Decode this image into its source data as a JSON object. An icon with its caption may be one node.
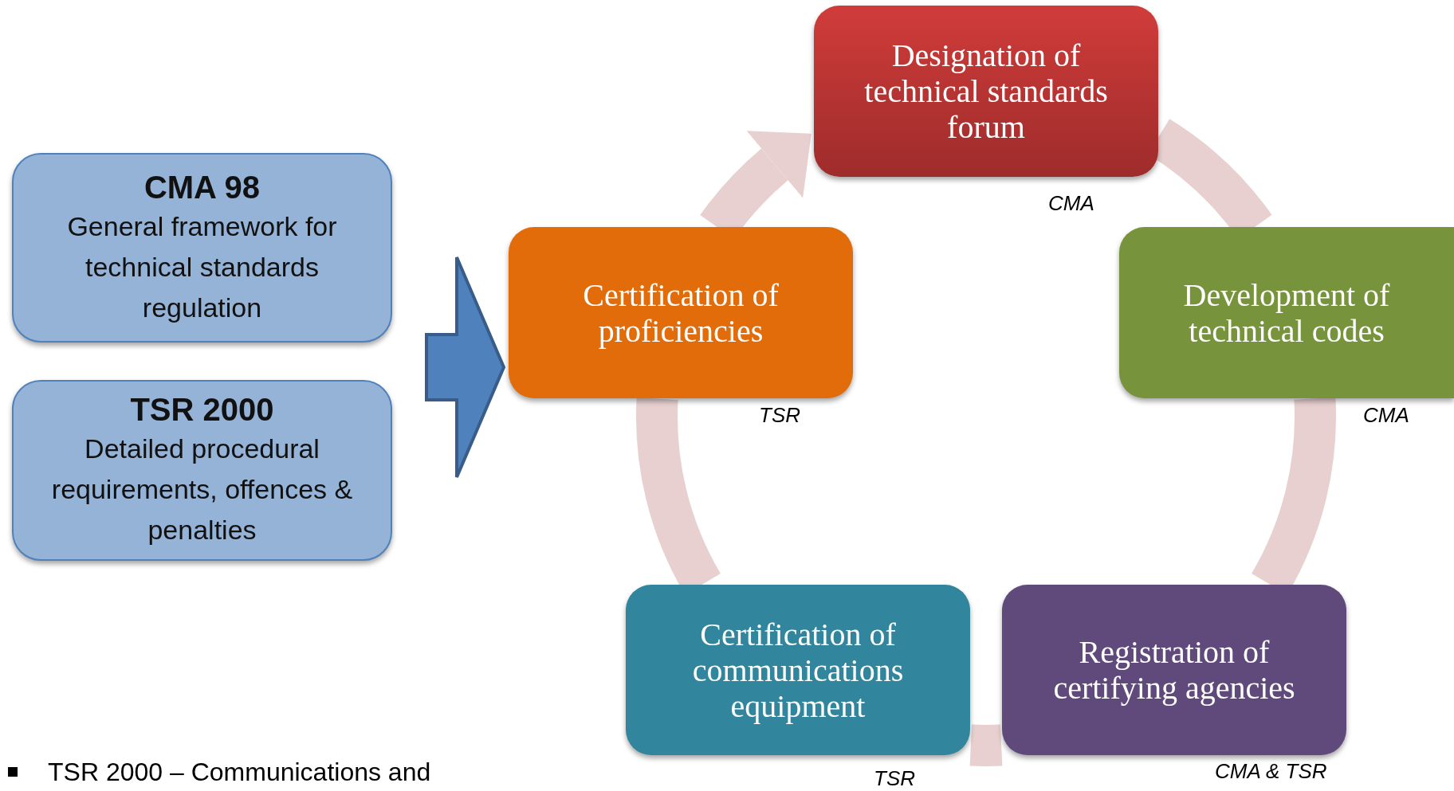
{
  "diagram": {
    "nodes": [
      {
        "text": [
          "CMA 98",
          "General framework for technical standards regulation"
        ]
      },
      {
        "text": [
          "TSR 2000",
          "Detailed procedural requirements, offences & penalties"
        ]
      },
      {
        "text": [
          "Designation of technical standards forum"
        ],
        "beside": [
          "CMA"
        ]
      },
      {
        "text": [
          "Development of technical codes"
        ],
        "beside": [
          "CMA"
        ]
      },
      {
        "text": [
          "Registration of certifying agencies"
        ],
        "beside": [
          "CMA & TSR"
        ]
      },
      {
        "text": [
          "Certification of communications equipment"
        ],
        "beside": [
          "TSR"
        ]
      },
      {
        "text": [
          "Certification of proficiencies"
        ],
        "beside": [
          "TSR"
        ]
      }
    ],
    "edges": [
      {
        "from": 2,
        "to": 3,
        "arrow": "none"
      },
      {
        "from": 3,
        "to": 4,
        "arrow": "none"
      },
      {
        "from": 4,
        "to": 5,
        "arrow": "none"
      },
      {
        "from": 5,
        "to": 6,
        "arrow": "none"
      },
      {
        "from": 6,
        "to": 2,
        "arrow": "to"
      },
      {
        "from": null,
        "to": 6,
        "arrow": "to",
        "style": "thick",
        "color": "#4f81bd"
      }
    ],
    "labels": [
      "TSR 2000 – Communications and"
    ]
  }
}
